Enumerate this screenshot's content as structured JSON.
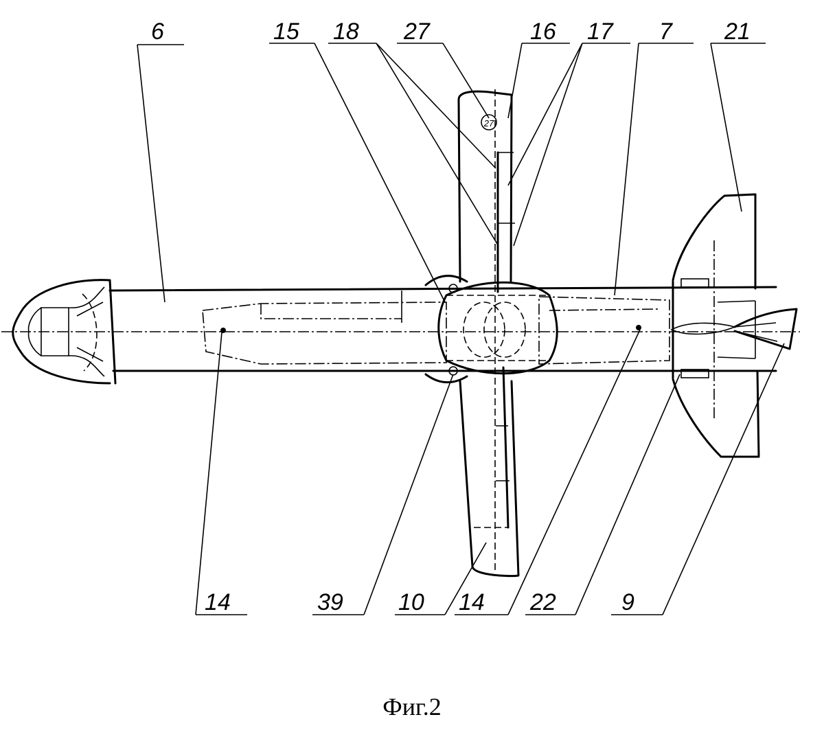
{
  "callouts": {
    "c6": "6",
    "c15": "15",
    "c18": "18",
    "c27": "27",
    "c16": "16",
    "c17": "17",
    "c7": "7",
    "c21": "21",
    "c14a": "14",
    "c39": "39",
    "c10": "10",
    "c14b": "14",
    "c22": "22",
    "c9": "9"
  },
  "hub_mark": "27",
  "caption": "Фиг.2"
}
